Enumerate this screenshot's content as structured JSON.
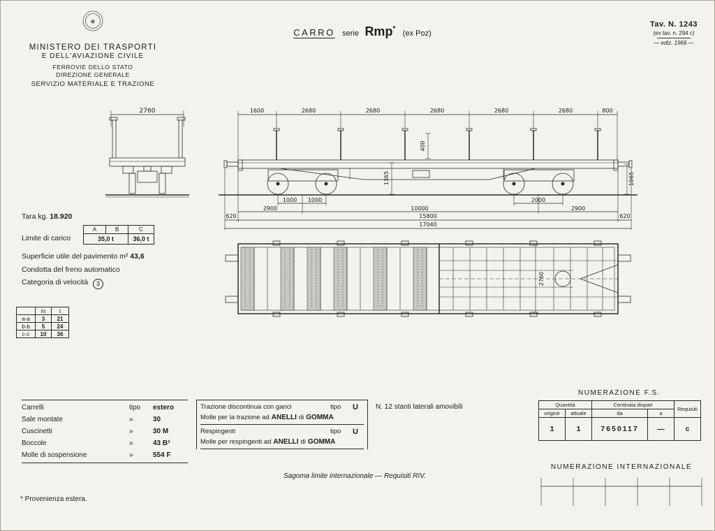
{
  "title_block": {
    "carro": "CARRO",
    "serie_label": "serie",
    "series_name": "Rmp",
    "star": "*",
    "ex_label": "(ex Poz)"
  },
  "tav_block": {
    "line1": "Tav. N. 1243",
    "line2": "(ex tav. n. 294 c)",
    "line3": "— ediz. 1966 —"
  },
  "ministry": {
    "emblem_glyph": "★",
    "lines": [
      "MINISTERO DEI TRASPORTI",
      "E DELL'AVIAZIONE CIVILE",
      "FERROVIE DELLO STATO",
      "DIREZIONE GENERALE",
      "SERVIZIO MATERIALE E TRAZIONE"
    ]
  },
  "specs": {
    "tara_label": "Tara kg.",
    "tara_value": "18.920",
    "load_limit_label": "Limite di carico",
    "load_table": {
      "col_a": "A",
      "col_b": "B",
      "col_c": "C",
      "val_ab": "35,0 t",
      "val_c": "36,0 t"
    },
    "superficie_label": "Superficie utile del pavimento m²",
    "superficie_value": "43,6",
    "condotta": "Condotta del freno automatico",
    "categoria_label": "Categoria di velocità",
    "categoria_value": "3"
  },
  "brake_table": {
    "col_m": "m",
    "col_t": "t",
    "rows": [
      {
        "key": "a-a",
        "m": "3",
        "t": "21"
      },
      {
        "key": "b-b",
        "m": "5",
        "t": "24"
      },
      {
        "key": "c-c",
        "m": "10",
        "t": "36"
      }
    ]
  },
  "dims": {
    "end_width": "2760",
    "top_segments": [
      "1600",
      "2680",
      "2680",
      "2680",
      "2680",
      "2680",
      "800"
    ],
    "stake_gap": "400",
    "floor_height": "1365",
    "buffer_height": "1065",
    "bogie_left_a": "1000",
    "bogie_left_b": "1000",
    "bogie_right": "2000",
    "overhang_left": "2900",
    "bogie_centers": "10000",
    "overhang_right": "2900",
    "buffer_left": "620",
    "frame_length": "15800",
    "buffer_right": "620",
    "total_length": "17040",
    "plan_width": "2760"
  },
  "equipment": {
    "rows": [
      {
        "label": "Carrelli",
        "mid": "tipo",
        "value": "estero"
      },
      {
        "label": "Sale montate",
        "mid": "»",
        "value": "30"
      },
      {
        "label": "Cuscinetti",
        "mid": "»",
        "value": "30 M"
      },
      {
        "label": "Boccole",
        "mid": "»",
        "value": "43 B³"
      },
      {
        "label": "Molle di sospensione",
        "mid": "»",
        "value": "554 F"
      }
    ]
  },
  "traction": {
    "row1_label": "Trazione discontinua con ganci",
    "row1_tipo": "tipo",
    "row1_value": "U",
    "row2_pre": "Molle per la trazione ad",
    "row2_bold1": "ANELLI",
    "row2_mid": "di",
    "row2_bold2": "GOMMA",
    "row3_label": "Respingenti",
    "row3_tipo": "tipo",
    "row3_value": "U",
    "row4_pre": "Molle per respingenti ad",
    "row4_bold1": "ANELLI",
    "row4_mid": "di",
    "row4_bold2": "GOMMA"
  },
  "notes": {
    "stanti": "N. 12 stanti laterali amovibili",
    "sagoma": "Sagoma limite internazionale — Requisiti RIV.",
    "provenienza": "* Provenienza estera."
  },
  "numerazione_fs": {
    "title": "NUMERAZIONE F.S.",
    "quantita": "Quantità",
    "origine": "origine",
    "attuale": "attuale",
    "centinaia": "Centinaia dispari",
    "da": "da",
    "a": "a",
    "requisiti": "Requisiti",
    "row": {
      "origine": "1",
      "attuale": "1",
      "da": "7650117",
      "a": "—",
      "requisiti": "c"
    }
  },
  "numerazione_int": {
    "title": "NUMERAZIONE INTERNAZIONALE"
  }
}
